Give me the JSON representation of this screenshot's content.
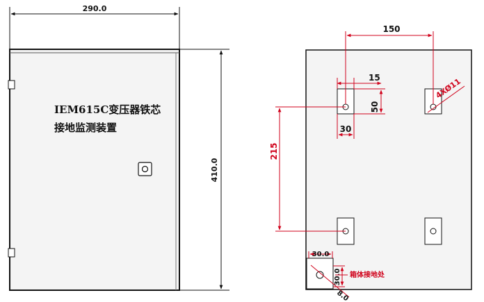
{
  "colors": {
    "dimension": "#d0021b",
    "outline": "#111111",
    "panel": "#f4f4f4"
  },
  "front_view": {
    "title_line1": "IEM615C变压器铁芯",
    "title_line2": "接地监测装置",
    "width_dim": "290.0",
    "height_dim": "410.0"
  },
  "back_view": {
    "dim_hole_spacing_h": "150",
    "dim_slot_width": "15",
    "dim_slot_height": "50",
    "dim_slot_offset": "30",
    "dim_hole_spacing_v": "215",
    "hole_callout": "4XØ11",
    "ground_dim_h": "30.0",
    "ground_dim_v": "30.0",
    "ground_dim_diag": "8.0",
    "ground_label": "箱体接地处"
  }
}
